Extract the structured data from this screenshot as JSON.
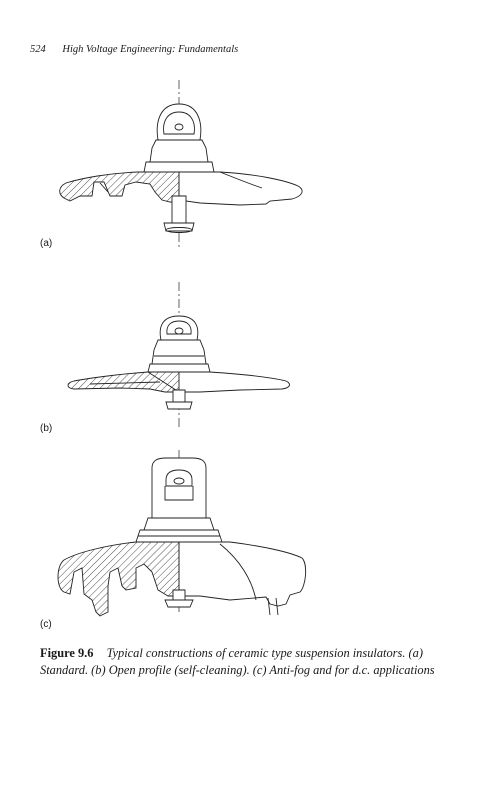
{
  "header": {
    "page_number": "524",
    "running_title": "High Voltage Engineering: Fundamentals"
  },
  "figure": {
    "panels": [
      {
        "label": "(a)"
      },
      {
        "label": "(b)"
      },
      {
        "label": "(c)"
      }
    ],
    "caption_number": "Figure 9.6",
    "caption_text": "Typical constructions of ceramic type suspension insulators. (a) Standard. (b) Open profile (self-cleaning). (c) Anti-fog and for d.c. applications"
  }
}
